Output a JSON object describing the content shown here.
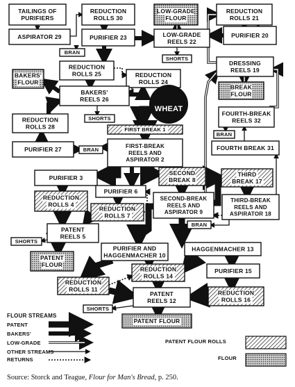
{
  "nodes": {
    "tailings_of_purifiers": [
      "TAILINGS OF",
      "PURIFIERS"
    ],
    "reduction_rolls_30": [
      "REDUCTION",
      "ROLLS 30"
    ],
    "low_grade_flour": [
      "LOW-GRADE",
      "FLOUR"
    ],
    "reduction_rolls_21": [
      "REDUCTION",
      "ROLLS 21"
    ],
    "aspirator_29": [
      "ASPIRATOR 29"
    ],
    "purifier_23": [
      "PURIFIER 23"
    ],
    "low_grade_reels_22": [
      "LOW-GRADE",
      "REELS 22"
    ],
    "purifier_20": [
      "PURIFIER 20"
    ],
    "bran_a": [
      "BRAN"
    ],
    "shorts_a": [
      "SHORTS"
    ],
    "reduction_rolls_25": [
      "REDUCTION",
      "ROLLS 25"
    ],
    "reduction_rolls_24": [
      "REDUCTION",
      "ROLLS 24"
    ],
    "dressing_reels_19": [
      "DRESSING",
      "REELS 19"
    ],
    "bakers_flour": [
      "BAKERS'",
      "FLOUR"
    ],
    "bakers_reels_26": [
      "BAKERS'",
      "REELS 26"
    ],
    "break_flour": [
      "BREAK",
      "FLOUR"
    ],
    "wheat": [
      "WHEAT"
    ],
    "shorts_b": [
      "SHORTS"
    ],
    "reduction_rolls_28": [
      "REDUCTION",
      "ROLLS 28"
    ],
    "first_break_1": [
      "FIRST BREAK 1"
    ],
    "fourth_break_reels_32": [
      "FOURTH-BREAK",
      "REELS 32"
    ],
    "bran_b": [
      "BRAN"
    ],
    "purifier_27": [
      "PURIFIER 27"
    ],
    "bran_c": [
      "BRAN"
    ],
    "first_break_reels_2": [
      "FIRST-BREAK",
      "REELS AND",
      "ASPIRATOR 2"
    ],
    "fourth_break_31": [
      "FOURTH BREAK 31"
    ],
    "purifier_3": [
      "PURIFIER 3"
    ],
    "second_break_8": [
      "SECOND",
      "BREAK 8"
    ],
    "third_break_17": [
      "THIRD",
      "BREAK 17"
    ],
    "reduction_rolls_4": [
      "REDUCTION",
      "ROLLS 4"
    ],
    "purifier_6": [
      "PURIFIER 6"
    ],
    "second_break_reels_9": [
      "SECOND-BREAK",
      "REELS AND",
      "ASPIRATOR 9"
    ],
    "third_break_reels_18": [
      "THIRD-BREAK",
      "REELS AND",
      "ASPIRATOR 18"
    ],
    "reduction_rolls_7": [
      "REDUCTION",
      "ROLLS 7"
    ],
    "bran_d": [
      "BRAN"
    ],
    "patent_reels_5": [
      "PATENT",
      "REELS 5"
    ],
    "shorts_c": [
      "SHORTS"
    ],
    "purifier_haggenmacher_10": [
      "PURIFIER AND",
      "HAGGENMACHER 10"
    ],
    "haggenmacher_13": [
      "HAGGENMACHER 13"
    ],
    "patent_flour_a": [
      "PATENT",
      "FLOUR"
    ],
    "reduction_rolls_14": [
      "REDUCTION",
      "ROLLS 14"
    ],
    "purifier_15": [
      "PURIFIER 15"
    ],
    "reduction_rolls_11": [
      "REDUCTION",
      "ROLLS 11"
    ],
    "patent_reels_12": [
      "PATENT",
      "REELS 12"
    ],
    "reduction_rolls_16": [
      "REDUCTION",
      "ROLLS 16"
    ],
    "shorts_d": [
      "SHORTS"
    ],
    "patent_flour_b": [
      "PATENT FLOUR"
    ]
  },
  "legend": {
    "title": "FLOUR STREAMS",
    "patent": "PATENT",
    "bakers": "BAKERS'",
    "low_grade": "LOW-GRADE",
    "other": "OTHER STREAMS",
    "returns": "RETURNS",
    "patent_flour_rolls": "PATENT FLOUR ROLLS",
    "flour": "FLOUR"
  },
  "caption": {
    "prefix": "Source: Storck and Teague, ",
    "title": "Flour for Man's Bread",
    "suffix": ", p. 250."
  }
}
